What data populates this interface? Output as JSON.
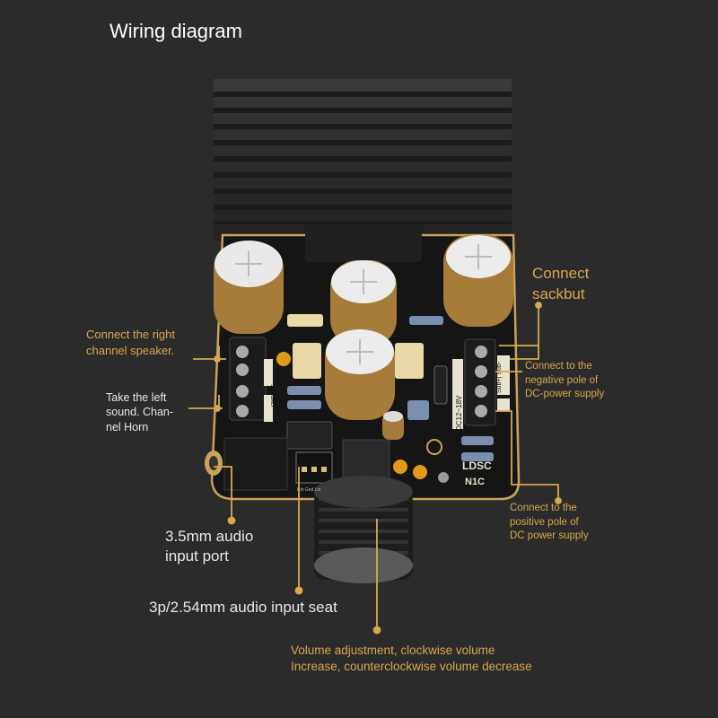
{
  "title": "Wiring diagram",
  "board": {
    "brand": "LDSC",
    "model": "N1C",
    "dc_marking": "DC12~18V",
    "speaker_marking": "Speaker",
    "sub_marking": "Sub+| Sub-",
    "input_marking": "Rin Gnd Lin"
  },
  "labels": {
    "right_channel": [
      "Connect the right",
      "channel speaker."
    ],
    "left_channel": [
      "Take the left",
      "sound. Chan-",
      "nel Horn"
    ],
    "audio_port": [
      "3.5mm audio",
      "input port"
    ],
    "audio_seat": "3p/2.54mm audio input seat",
    "sackbut": [
      "Connect",
      "sackbut"
    ],
    "negative_pole": [
      "Connect to the",
      "negative pole of",
      "DC-power supply"
    ],
    "positive_pole": [
      "Connect to the",
      "positive pole of",
      "DC power supply"
    ],
    "volume": [
      "Volume adjustment, clockwise volume",
      "Increase, counterclockwise volume decrease"
    ]
  },
  "colors": {
    "background": "#2b2b2b",
    "accent_label": "#d8a84e",
    "white_label": "#e8e8e8",
    "pcb": "#151515",
    "gold": "#c9a35a"
  }
}
